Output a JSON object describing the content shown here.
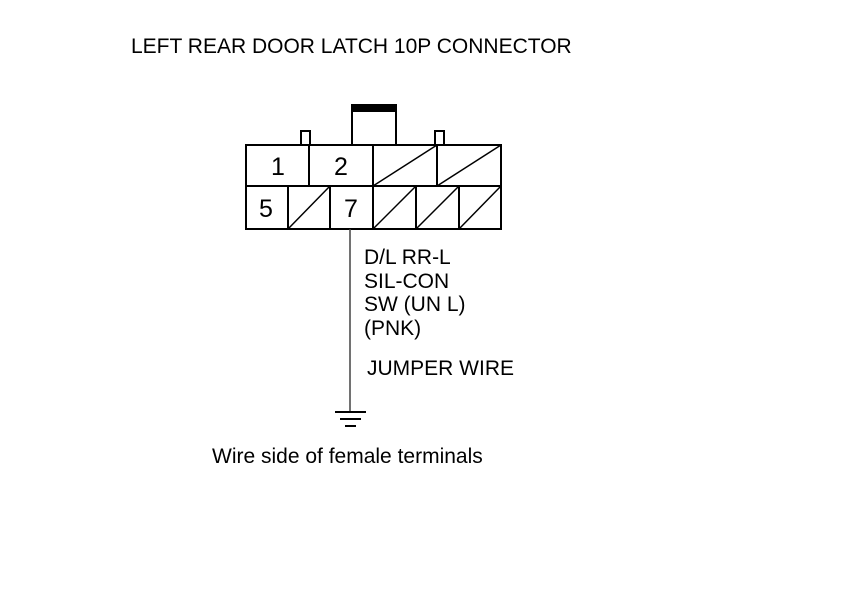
{
  "title": "LEFT REAR DOOR LATCH 10P CONNECTOR",
  "connector": {
    "top_row": [
      "1",
      "2",
      "",
      ""
    ],
    "bottom_row": [
      "5",
      "",
      "7",
      "",
      "",
      ""
    ]
  },
  "wire": {
    "lines": [
      "D/L RR-L",
      "SIL-CON",
      "SW (UN L)",
      "(PNK)"
    ]
  },
  "jumper_label": "JUMPER WIRE",
  "caption": "Wire side of female terminals"
}
